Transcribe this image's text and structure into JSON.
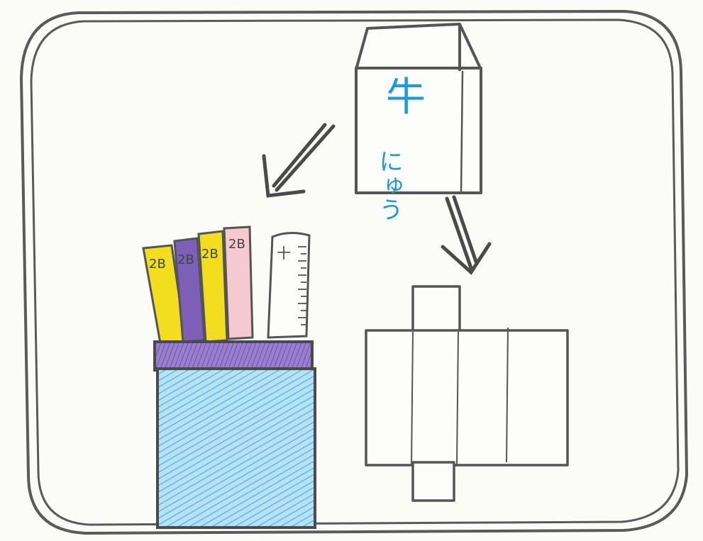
{
  "drawing": {
    "carton_label_line1": "牛",
    "carton_label_line2": "にゅう",
    "pencils": [
      {
        "label": "2B",
        "color": "#f2dd1e"
      },
      {
        "label": "2B",
        "color": "#7d5fb8"
      },
      {
        "label": "2B",
        "color": "#f2dd1e"
      },
      {
        "label": "2B",
        "color": "#f4c9cf"
      }
    ],
    "ruler_mark": "十",
    "colors": {
      "pencil_line": "#444444",
      "milk_text": "#1e9ad6",
      "cup_body": "#a9d8f2",
      "cup_rim": "#8a6cc0",
      "paper": "#fbfbf8"
    }
  }
}
